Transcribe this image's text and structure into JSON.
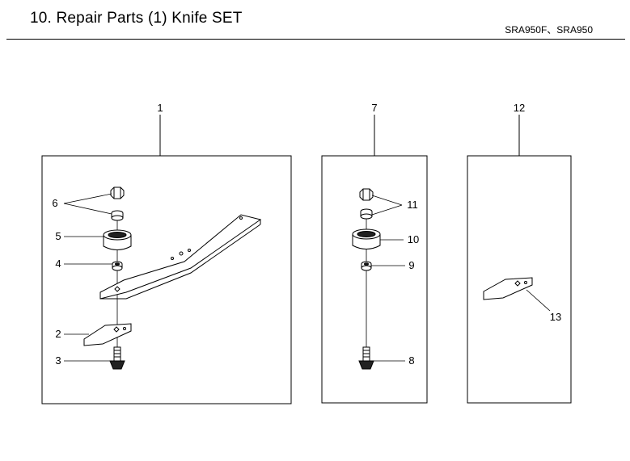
{
  "header": {
    "title": "10. Repair Parts (1) Knife SET",
    "models": "SRA950F、SRA950"
  },
  "diagram": {
    "assembly_labels": {
      "a1": "1",
      "a7": "7",
      "a12": "12"
    },
    "part_labels": {
      "p2": "2",
      "p3": "3",
      "p4": "4",
      "p5": "5",
      "p6": "6",
      "p8": "8",
      "p9": "9",
      "p10": "10",
      "p11": "11",
      "p13": "13"
    }
  }
}
